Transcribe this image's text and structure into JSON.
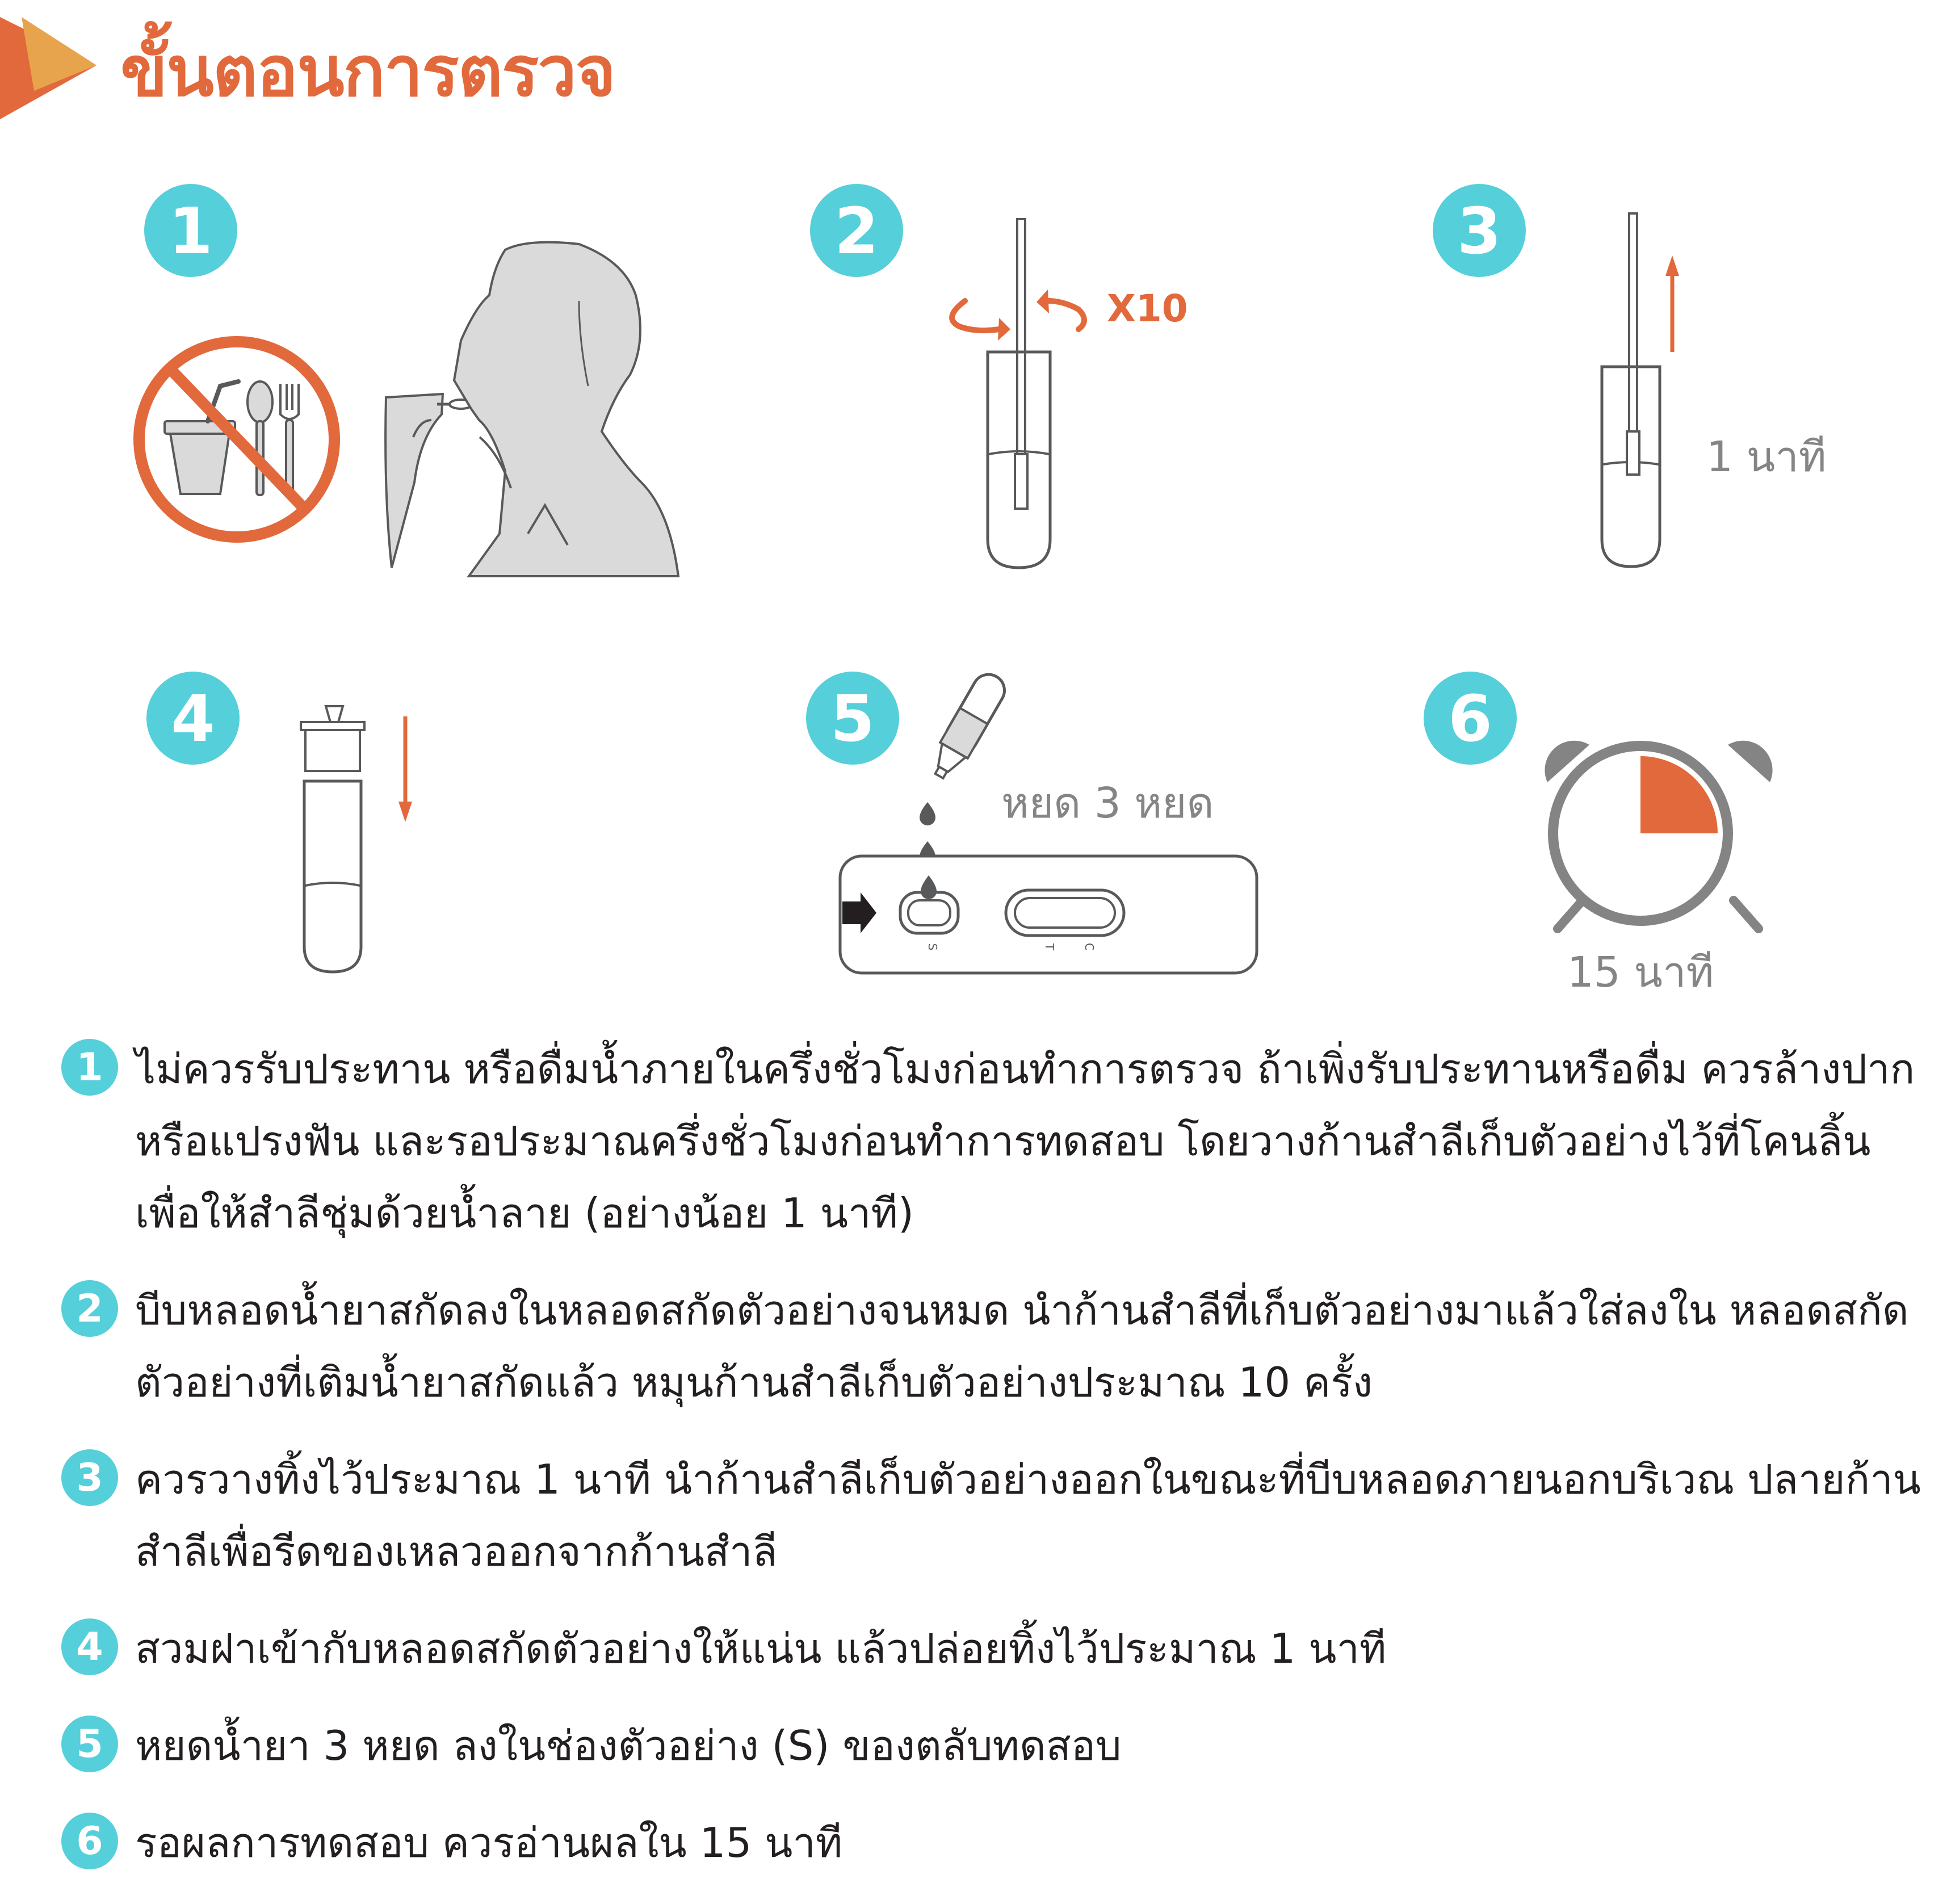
{
  "title": "ขั้นตอนการตรวจ",
  "colors": {
    "accent_orange": "#e2693b",
    "step_teal": "#55cfd9",
    "line_gray": "#58595b",
    "figure_fill": "#dadadb",
    "text_dark": "#231f20",
    "caption_gray": "#858585"
  },
  "illustrations": [
    {
      "num": "1",
      "icons": [
        "no-food-icon",
        "collection-tube-icon",
        "man-with-swab-icon"
      ]
    },
    {
      "num": "2",
      "label": "X10",
      "icons": [
        "rotate-arrow-icon",
        "tube-with-swab-icon"
      ]
    },
    {
      "num": "3",
      "caption": "1 นาที",
      "icons": [
        "up-arrow-icon",
        "tube-with-swab-icon"
      ]
    },
    {
      "num": "4",
      "icons": [
        "tube-cap-icon",
        "down-arrow-icon"
      ]
    },
    {
      "num": "5",
      "caption": "หยด 3 หยด",
      "slot_s": "S",
      "slot_t": "T",
      "slot_c": "C",
      "icons": [
        "dropper-icon",
        "drop-icon",
        "test-cassette-icon"
      ]
    },
    {
      "num": "6",
      "caption": "15 นาที",
      "icons": [
        "alarm-clock-icon"
      ]
    }
  ],
  "instructions": [
    {
      "num": "1",
      "text": "ไม่ควรรับประทาน หรือดื่มน้ำภายในครึ่งชั่วโมงก่อนทำการตรวจ ถ้าเพิ่งรับประทานหรือดื่ม ควรล้างปาก หรือแปรงฟัน และรอประมาณครึ่งชั่วโมงก่อนทำการทดสอบ โดยวางก้านสำลีเก็บตัวอย่างไว้ที่โคนลิ้น เพื่อให้สำลีชุ่มด้วยน้ำลาย (อย่างน้อย 1 นาที)"
    },
    {
      "num": "2",
      "text": "บีบหลอดน้ำยาสกัดลงในหลอดสกัดตัวอย่างจนหมด นำก้านสำลีที่เก็บตัวอย่างมาแล้วใส่ลงใน หลอดสกัดตัวอย่างที่เติมน้ำยาสกัดแล้ว หมุนก้านสำลีเก็บตัวอย่างประมาณ 10 ครั้ง"
    },
    {
      "num": "3",
      "text": "ควรวางทิ้งไว้ประมาณ 1 นาที นำก้านสำลีเก็บตัวอย่างออกในขณะที่บีบหลอดภายนอกบริเวณ ปลายก้านสำลีเพื่อรีดของเหลวออกจากก้านสำลี"
    },
    {
      "num": "4",
      "text": "สวมฝาเข้ากับหลอดสกัดตัวอย่างให้แน่น แล้วปล่อยทิ้งไว้ประมาณ 1 นาที"
    },
    {
      "num": "5",
      "text": "หยดน้ำยา 3 หยด ลงในช่องตัวอย่าง (S) ของตลับทดสอบ"
    },
    {
      "num": "6",
      "text": "รอผลการทดสอบ ควรอ่านผลใน 15 นาที"
    }
  ]
}
